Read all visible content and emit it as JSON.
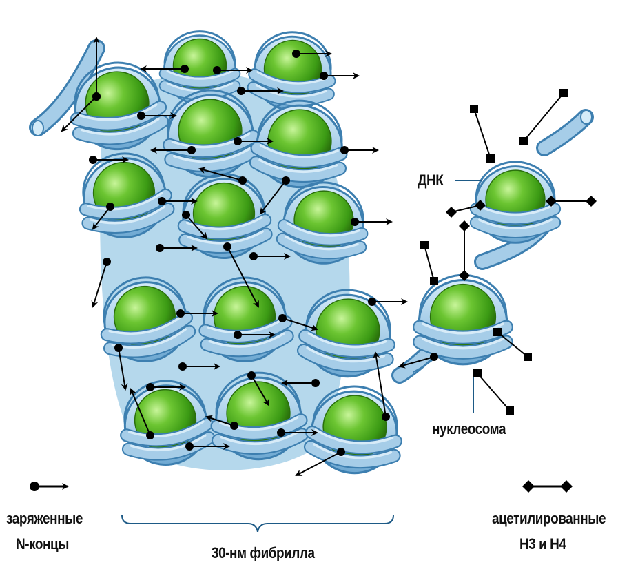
{
  "labels": {
    "dna": "ДНК",
    "nucleosome": "нуклеосома",
    "charged_line1": "заряженные",
    "charged_line2": "N-концы",
    "fibril": "30-нм фибрилла",
    "acetyl_line1": "ацетилированные",
    "acetyl_line2": "Н3 и Н4"
  },
  "colors": {
    "dna_fill": "#a6cde8",
    "dna_edge": "#3d7fb0",
    "core_green": "#46a81b",
    "core_dark": "#2a6f0c",
    "core_light": "#bff08c",
    "shadow": "#8fc4e0",
    "marker": "#000000"
  },
  "icons": {
    "charged_legend": "dot-arrow-icon",
    "acetyl_legend": "diamond-line-icon"
  }
}
